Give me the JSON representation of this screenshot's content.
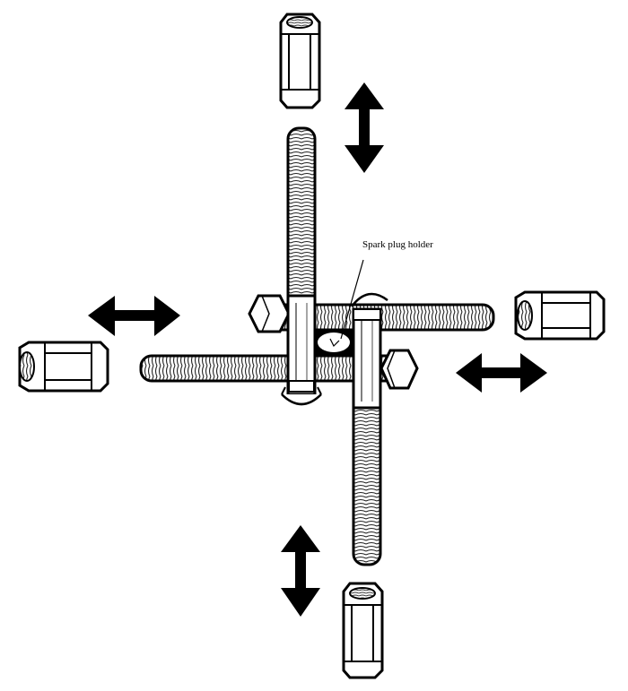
{
  "diagram": {
    "annotation": "Spark plug holder",
    "colors": {
      "ink": "#000000",
      "paper": "#ffffff",
      "thread": "#8a8a8a"
    },
    "components": [
      {
        "id": "rod-vertical-left",
        "type": "threaded-rod"
      },
      {
        "id": "rod-vertical-right",
        "type": "threaded-rod"
      },
      {
        "id": "rod-horizontal-top",
        "type": "threaded-rod"
      },
      {
        "id": "rod-horizontal-bottom",
        "type": "threaded-rod"
      },
      {
        "id": "coupler-top",
        "type": "coupling-nut"
      },
      {
        "id": "coupler-bottom",
        "type": "coupling-nut"
      },
      {
        "id": "coupler-left",
        "type": "coupling-nut"
      },
      {
        "id": "coupler-right",
        "type": "coupling-nut"
      }
    ],
    "arrows": [
      "up-down",
      "up-down",
      "left-right",
      "left-right"
    ]
  }
}
